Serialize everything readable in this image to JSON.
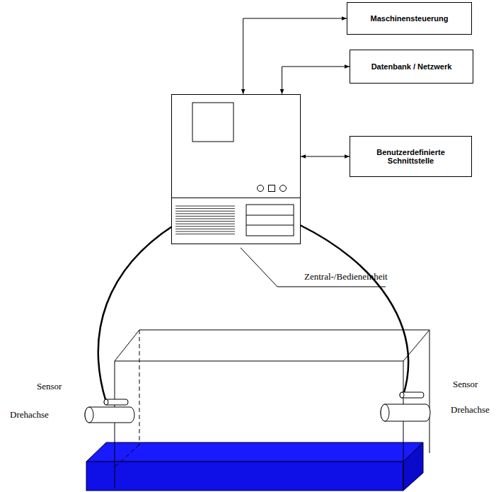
{
  "diagram": {
    "nodes": [
      {
        "text": [
          "Maschinensteuerung"
        ]
      },
      {
        "text": [
          "Datenbank / Netzwerk"
        ]
      },
      {
        "text": [
          "Benutzerdefinierte Schnittstelle"
        ]
      },
      {
        "text": [
          "Zentral-/Bedieneinheit"
        ]
      }
    ],
    "edges": [
      {
        "from": 3,
        "to": 0,
        "arrow": "both"
      },
      {
        "from": 3,
        "to": 1,
        "arrow": "both"
      },
      {
        "from": 3,
        "to": 2,
        "arrow": "both"
      }
    ],
    "labels": [
      "Sensor",
      "Sensor",
      "Drehachse",
      "Drehachse"
    ]
  }
}
